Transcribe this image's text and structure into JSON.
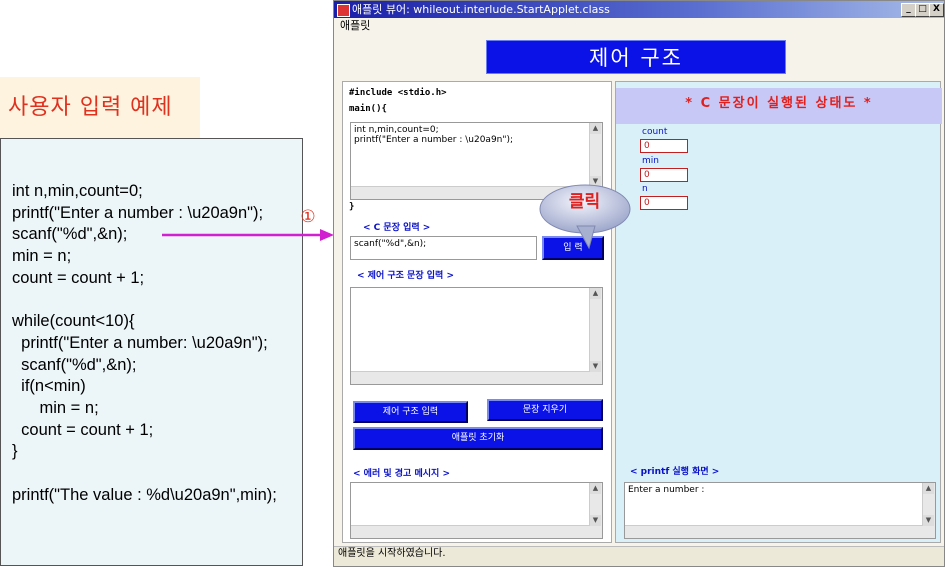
{
  "slide": {
    "title": "사용자 입력 예제",
    "code": "int n,min,count=0;\nprintf(\"Enter a number : \\u20a9n\");\nscanf(\"%d\",&n);\nmin = n;\ncount = count + 1;\n\nwhile(count<10){\n  printf(\"Enter a number: \\u20a9n\");\n  scanf(\"%d\",&n);\n  if(n<min)\n      min = n;\n  count = count + 1;\n}\n\nprintf(\"The value : %d\\u20a9n\",min);",
    "step_number": "①",
    "callout": "클릭"
  },
  "window": {
    "title": "애플릿 뷰어: whileout.interlude.StartApplet.class",
    "menu": "애플릿",
    "controls": {
      "minimize": "_",
      "maximize": "□",
      "close": "X"
    },
    "status": "애플릿을 시작하였습니다."
  },
  "applet": {
    "panel_title": "제어 구조",
    "include_line": "#include <stdio.h>",
    "main_line": "main(){",
    "closing_brace": "}",
    "code_area": "int n,min,count=0;\nprintf(\"Enter a number : \\u20a9n\");",
    "c_input_label": "< C 문장 입력 >",
    "c_input_value": "scanf(\"%d\",&n);",
    "input_button": "입 력",
    "control_label": "< 제어 구조 문장 입력 >",
    "control_input_button": "제어 구조 입력",
    "reset_statement_button": "문장 지우기",
    "applet_reset_button": "애플릿 초기화",
    "error_label": "< 에러 및 경고 메시지 >",
    "status_title": "* C 문장이 실행된 상태도 *",
    "variables": [
      {
        "name": "count",
        "value": "0"
      },
      {
        "name": "min",
        "value": "0"
      },
      {
        "name": "n",
        "value": "0"
      }
    ],
    "printf_label": "< printf  실행 화면 >",
    "printf_output": "Enter a number :"
  },
  "colors": {
    "accent_blue": "#0a12e8",
    "label_red": "#e0301e"
  }
}
